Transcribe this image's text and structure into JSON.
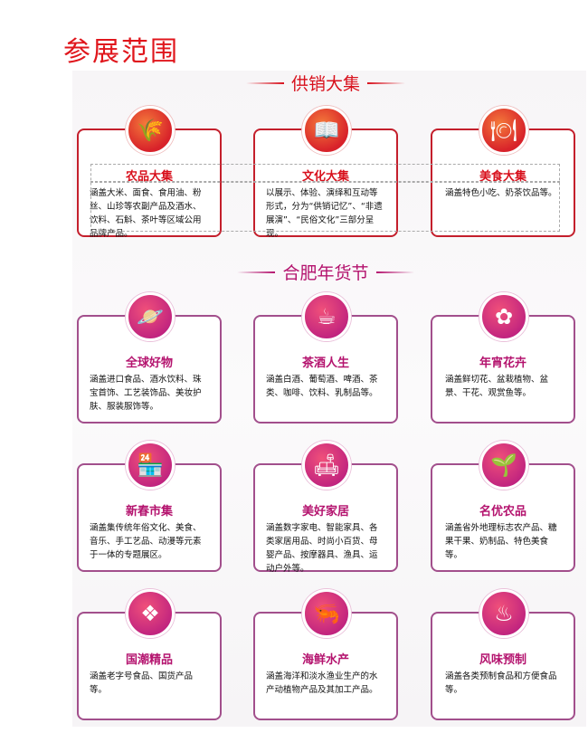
{
  "title": "参展范围",
  "section1": {
    "heading": "供销大集",
    "cards": [
      {
        "title": "农品大集",
        "desc": "涵盖大米、面食、食用油、粉丝、山珍等农副产品及酒水、饮料、石斛、茶叶等区域公用品牌产品。",
        "icon": "wheat-icon",
        "glyph": "🌾"
      },
      {
        "title": "文化大集",
        "desc": "以展示、体验、演绎和互动等形式，分为“供销记忆”、“非遗展演”、“民俗文化”三部分呈现。",
        "icon": "book-icon",
        "glyph": "📖"
      },
      {
        "title": "美食大集",
        "desc": "涵盖特色小吃、奶茶饮品等。",
        "icon": "food-cloche-icon",
        "glyph": "🍽"
      }
    ]
  },
  "section2": {
    "heading": "合肥年货节",
    "cards": [
      {
        "title": "全球好物",
        "desc": "涵盖进口食品、酒水饮料、珠宝首饰、工艺装饰品、美妆护肤、服装服饰等。",
        "icon": "planet-icon",
        "glyph": "🪐"
      },
      {
        "title": "茶酒人生",
        "desc": "涵盖白酒、葡萄酒、啤酒、茶类、咖啡、饮料、乳制品等。",
        "icon": "tea-cup-icon",
        "glyph": "☕"
      },
      {
        "title": "年宵花卉",
        "desc": "涵盖鲜切花、盆栽植物、盆景、干花、观赏鱼等。",
        "icon": "flower-icon",
        "glyph": "✿"
      },
      {
        "title": "新春市集",
        "desc": "涵盖集传统年俗文化、美食、音乐、手工艺品、动漫等元素于一体的专题展区。",
        "icon": "market-stall-icon",
        "glyph": "🏪"
      },
      {
        "title": "美好家居",
        "desc": "涵盖数字家电、智能家具、各类家居用品、时尚小百货、母婴产品、按摩器具、渔具、运动户外等。",
        "icon": "sofa-icon",
        "glyph": "🛋"
      },
      {
        "title": "名优农品",
        "desc": "涵盖省外地理标志农产品、糖果干果、奶制品、特色美食等。",
        "icon": "hand-plant-icon",
        "glyph": "🌱"
      },
      {
        "title": "国潮精品",
        "desc": "涵盖老字号食品、国货产品等。",
        "icon": "chinese-pattern-icon",
        "glyph": "❖"
      },
      {
        "title": "海鲜水产",
        "desc": "涵盖海洋和淡水渔业生产的水产动植物产品及其加工产品。",
        "icon": "shrimp-icon",
        "glyph": "🦐"
      },
      {
        "title": "风味预制",
        "desc": "涵盖各类预制食品和方便食品等。",
        "icon": "hot-dish-icon",
        "glyph": "♨"
      }
    ]
  },
  "colors": {
    "red": "#e0161c",
    "purple": "#b4136e"
  }
}
